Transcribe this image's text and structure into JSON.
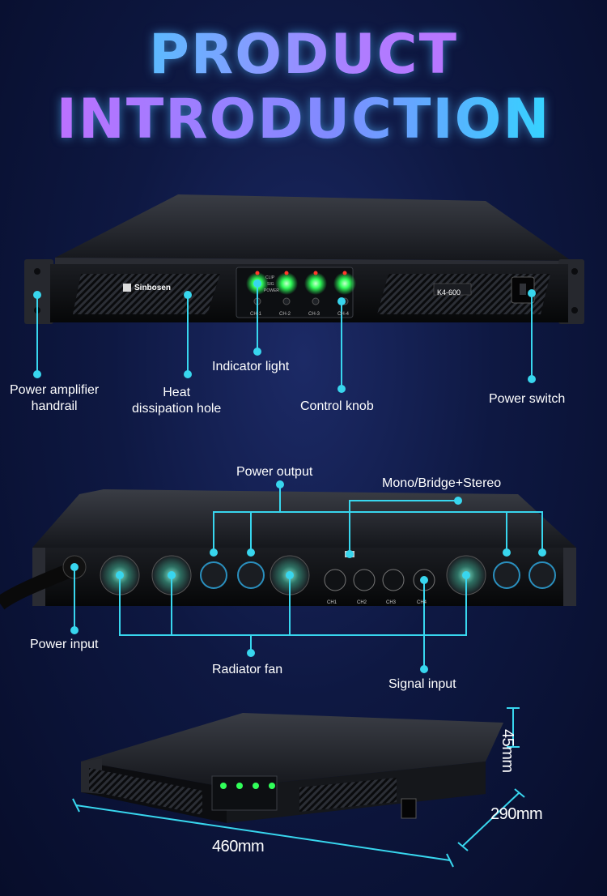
{
  "header": {
    "line1": "PRODUCT",
    "line2": "INTRODUCTION"
  },
  "front_panel": {
    "brand": "Sinbosen",
    "model": "K4-600",
    "indicator_text": {
      "clip": "CLIP",
      "sig": "SIG",
      "power": "POWER"
    },
    "channels": [
      "CH-1",
      "CH-2",
      "CH-3",
      "CH-4"
    ],
    "callouts": {
      "handrail": "Power amplifier\nhandrail",
      "heat": "Heat\ndissipation hole",
      "indicator": "Indicator light",
      "knob": "Control knob",
      "switch": "Power switch"
    }
  },
  "rear_panel": {
    "channel_labels": [
      "CH1",
      "CH2",
      "CH3",
      "CH4"
    ],
    "callouts": {
      "power_output": "Power output",
      "mono_bridge": "Mono/Bridge+Stereo",
      "power_input": "Power input",
      "radiator_fan": "Radiator fan",
      "signal_input": "Signal input"
    }
  },
  "dimensions": {
    "width": "460mm",
    "depth": "290mm",
    "height": "45mm"
  },
  "colors": {
    "accent": "#38d6ee",
    "background": "#0e1842"
  }
}
